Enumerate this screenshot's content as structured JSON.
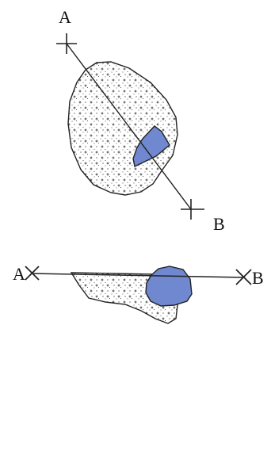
{
  "plan_view": {
    "label_a": "A",
    "label_b": "B"
  },
  "cross_section": {
    "label_a": "A",
    "label_b": "B"
  },
  "colors": {
    "stipple_body": "#ffffff",
    "stipple_dot": "#222222",
    "blue_body": "#6f88cf",
    "outline": "#222222"
  }
}
